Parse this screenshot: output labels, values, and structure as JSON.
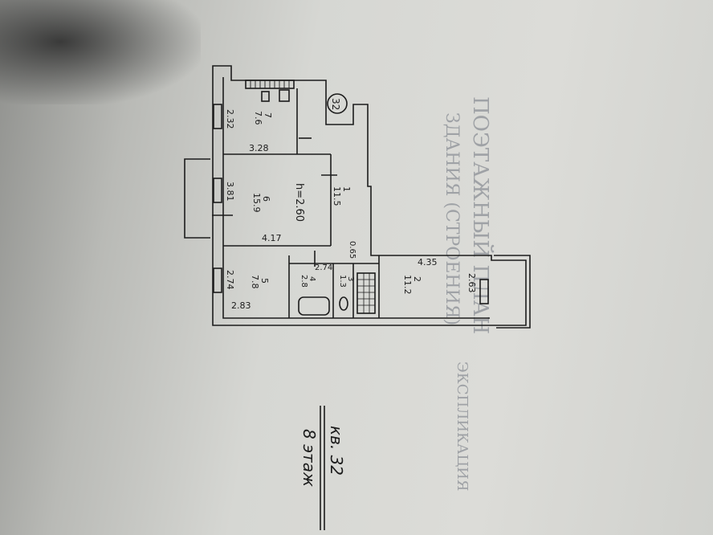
{
  "floor_plan": {
    "apartment_badge": "32",
    "rooms": [
      {
        "number": "1",
        "area": "11.5"
      },
      {
        "number": "2",
        "area": "11.2"
      },
      {
        "number": "3",
        "area": "1.3"
      },
      {
        "number": "4",
        "area": "2.8"
      },
      {
        "number": "5",
        "area": "7.8"
      },
      {
        "number": "6",
        "area": "15.9"
      },
      {
        "number": "7",
        "area": "7.6"
      }
    ],
    "ceiling_height": "h=2.60",
    "dimensions": {
      "kitchen_width": "2.32",
      "kitchen_length": "3.28",
      "living_width": "3.81",
      "living_length": "4.17",
      "bedroom_width": "2.74",
      "bedroom_length": "2.83",
      "corridor_length": "2.74",
      "corridor_width": "0.65",
      "room2_length": "4.35",
      "room2_width": "2.63"
    },
    "caption_line1": "кв. 32",
    "caption_line2": "8 этаж"
  },
  "background_text": {
    "faint_line1": "ПОЭТАЖНЫЙ ПЛАН",
    "faint_line2": "ЗДАНИЯ (СТРОЕНИЯ)",
    "faint_line3": "ЭКСПЛИКАЦИЯ"
  }
}
